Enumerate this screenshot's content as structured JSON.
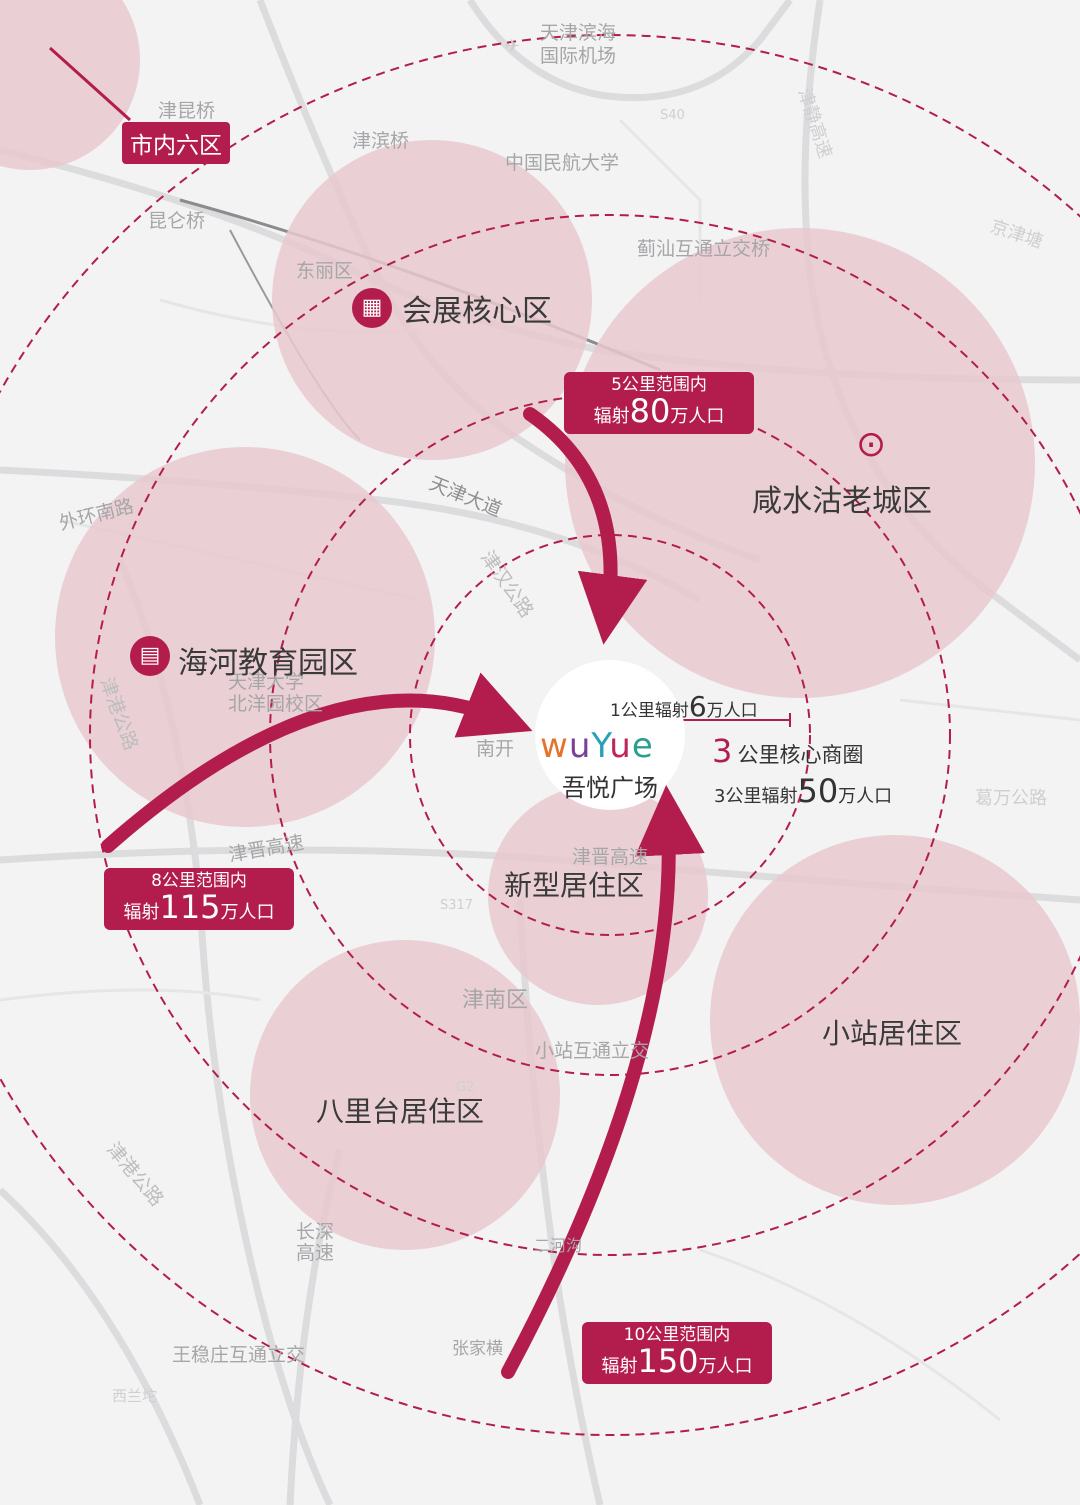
{
  "roads": {
    "airport": "天津滨海\n国际机场",
    "jinkun_bridge": "津昆桥",
    "jinbin_bridge": "津滨桥",
    "civil_aviation": "中国民航大学",
    "kunlun_bridge": "昆仑桥",
    "jishan_interchange": "蓟汕互通立交桥",
    "waihuan_road": "外环南路",
    "tianjin_avenue": "天津大道",
    "jinjing_highway": "津晋高速",
    "tianjin_univ": "天津大学\n北洋园校区",
    "nankai": "南开",
    "jingang_road": "津港公路",
    "jinnan_district": "津南区",
    "xiaozhan_interchange": "小站互通立交",
    "changshen": "长深\n高速",
    "erhe": "二河沟",
    "zhangjia": "张家横",
    "wangwen": "王稳庄互通立交",
    "xilan": "西兰坨",
    "jinjing_high2": "津晋高速",
    "dongli": "东丽区",
    "jinhan": "津汉公路",
    "s40": "S40",
    "s317": "S317",
    "g2": "G2",
    "jinjing_road": "津静高速",
    "jinbinroad": "京津塘",
    "jinzhu": "津港公路",
    "gewan": "葛万公路"
  },
  "zones": {
    "city_six": "市内六区",
    "exhibition": "会展核心区",
    "xianshuigu": "咸水沽老城区",
    "haihe": "海河教育园区",
    "xinxing": "新型居住区",
    "balitai": "八里台居住区",
    "xiaozhan": "小站居住区"
  },
  "callouts": {
    "c5": {
      "line1": "5公里范围内",
      "pre": "辐射",
      "num": "80",
      "post": "万人口"
    },
    "c8": {
      "line1": "8公里范围内",
      "pre": "辐射",
      "num": "115",
      "post": "万人口"
    },
    "c10": {
      "line1": "10公里范围内",
      "pre": "辐射",
      "num": "150",
      "post": "万人口"
    }
  },
  "center": {
    "brand": [
      "w",
      "u",
      "Y",
      "u",
      "e"
    ],
    "name": "吾悦广场",
    "one_km_pre": "1公里辐射",
    "one_km_num": "6",
    "one_km_post": "万人口",
    "three_num": "3",
    "three_label": "公里核心商圈",
    "three_km_pre": "3公里辐射",
    "three_km_num": "50",
    "three_km_post": "万人口"
  },
  "colors": {
    "accent": "#b31d4e",
    "zone_fill": "#e7c9cf"
  }
}
